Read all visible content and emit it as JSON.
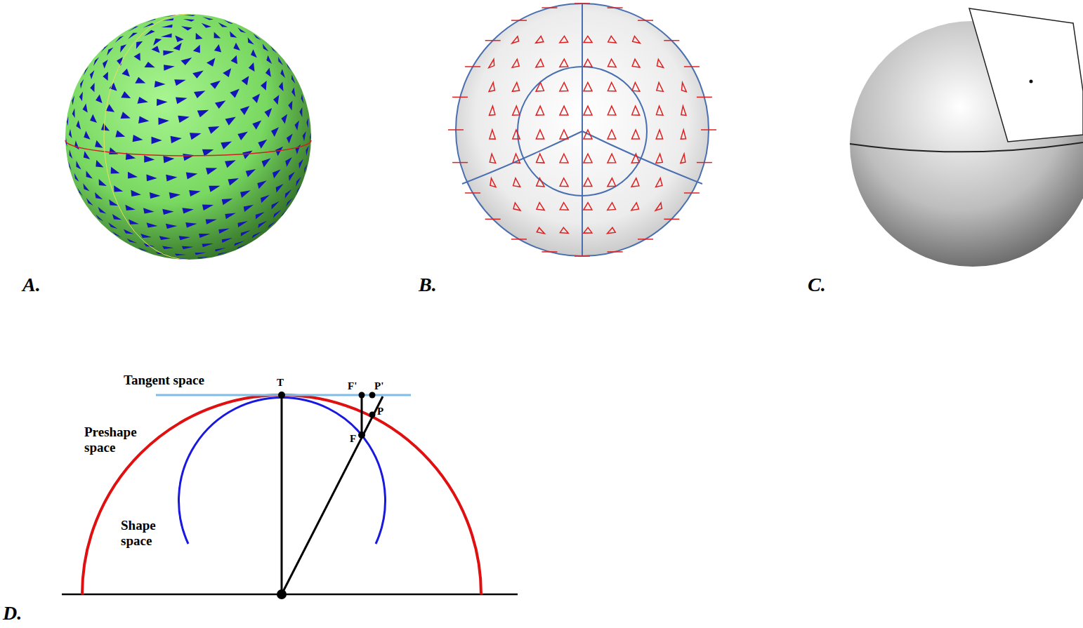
{
  "diagram": {
    "labels": [
      "A.",
      "B.",
      "C.",
      "D.",
      "Tangent space",
      "T",
      "F'",
      "P'",
      "P",
      "F",
      "Preshape space",
      "Shape space"
    ]
  }
}
